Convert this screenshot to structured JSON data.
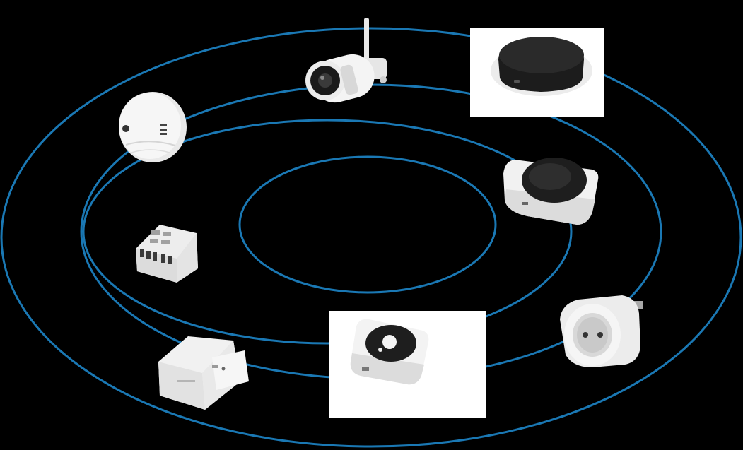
{
  "colors": {
    "background": "#000000",
    "orbit": "#1a78b4",
    "device_white": "#f4f4f4",
    "device_shadow": "#cfcfcf",
    "device_dark": "#161616",
    "panel_white": "#ffffff"
  },
  "orbits": [
    {
      "id": "innermost"
    },
    {
      "id": "inner"
    },
    {
      "id": "middle"
    },
    {
      "id": "outer"
    }
  ],
  "devices": [
    {
      "id": "outdoor-camera",
      "icon": "security-camera-icon"
    },
    {
      "id": "smart-hub",
      "icon": "hub-icon"
    },
    {
      "id": "smoke-detector",
      "icon": "smoke-detector-icon"
    },
    {
      "id": "button-sensor",
      "icon": "sensor-button-icon"
    },
    {
      "id": "relay-module",
      "icon": "relay-module-icon"
    },
    {
      "id": "motion-sensor",
      "icon": "motion-sensor-icon"
    },
    {
      "id": "smart-plug",
      "icon": "smart-plug-icon"
    },
    {
      "id": "door-window-sensor",
      "icon": "door-sensor-icon"
    }
  ]
}
